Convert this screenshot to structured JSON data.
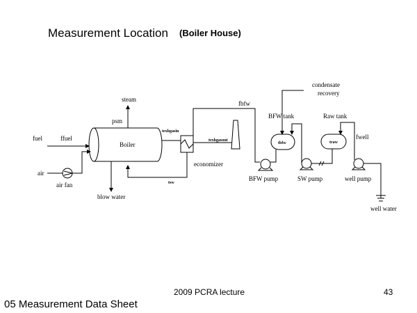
{
  "header": {
    "title": "Measurement Location",
    "subtitle": "(Boiler House)"
  },
  "diagram": {
    "labels": {
      "steam": "steam",
      "psteam": "psm",
      "fuel": "fuel",
      "ffuel": "ffuel",
      "boiler": "Boiler",
      "air": "air",
      "air_fan": "air fan",
      "blow_water": "blow water",
      "texhgasin": "texhgasin",
      "texhgasout": "texhgasout",
      "economizer": "economizer",
      "tsw": "tsw",
      "fbfw": "fbfw",
      "condensate_recovery_1": "condensate",
      "condensate_recovery_2": "recovery",
      "bfw_tank": "BFW tank",
      "tbfw": "tbfw",
      "bfw_pump": "BFW pump",
      "sw_pump": "SW pump",
      "raw_tank": "Raw tank",
      "traw": "traw",
      "fwell": "fwell",
      "well_pump": "well pump",
      "well_water": "well water"
    }
  },
  "footer": {
    "lecture": "2009 PCRA lecture",
    "page_number": "43",
    "section": "05 Measurement Data Sheet"
  }
}
